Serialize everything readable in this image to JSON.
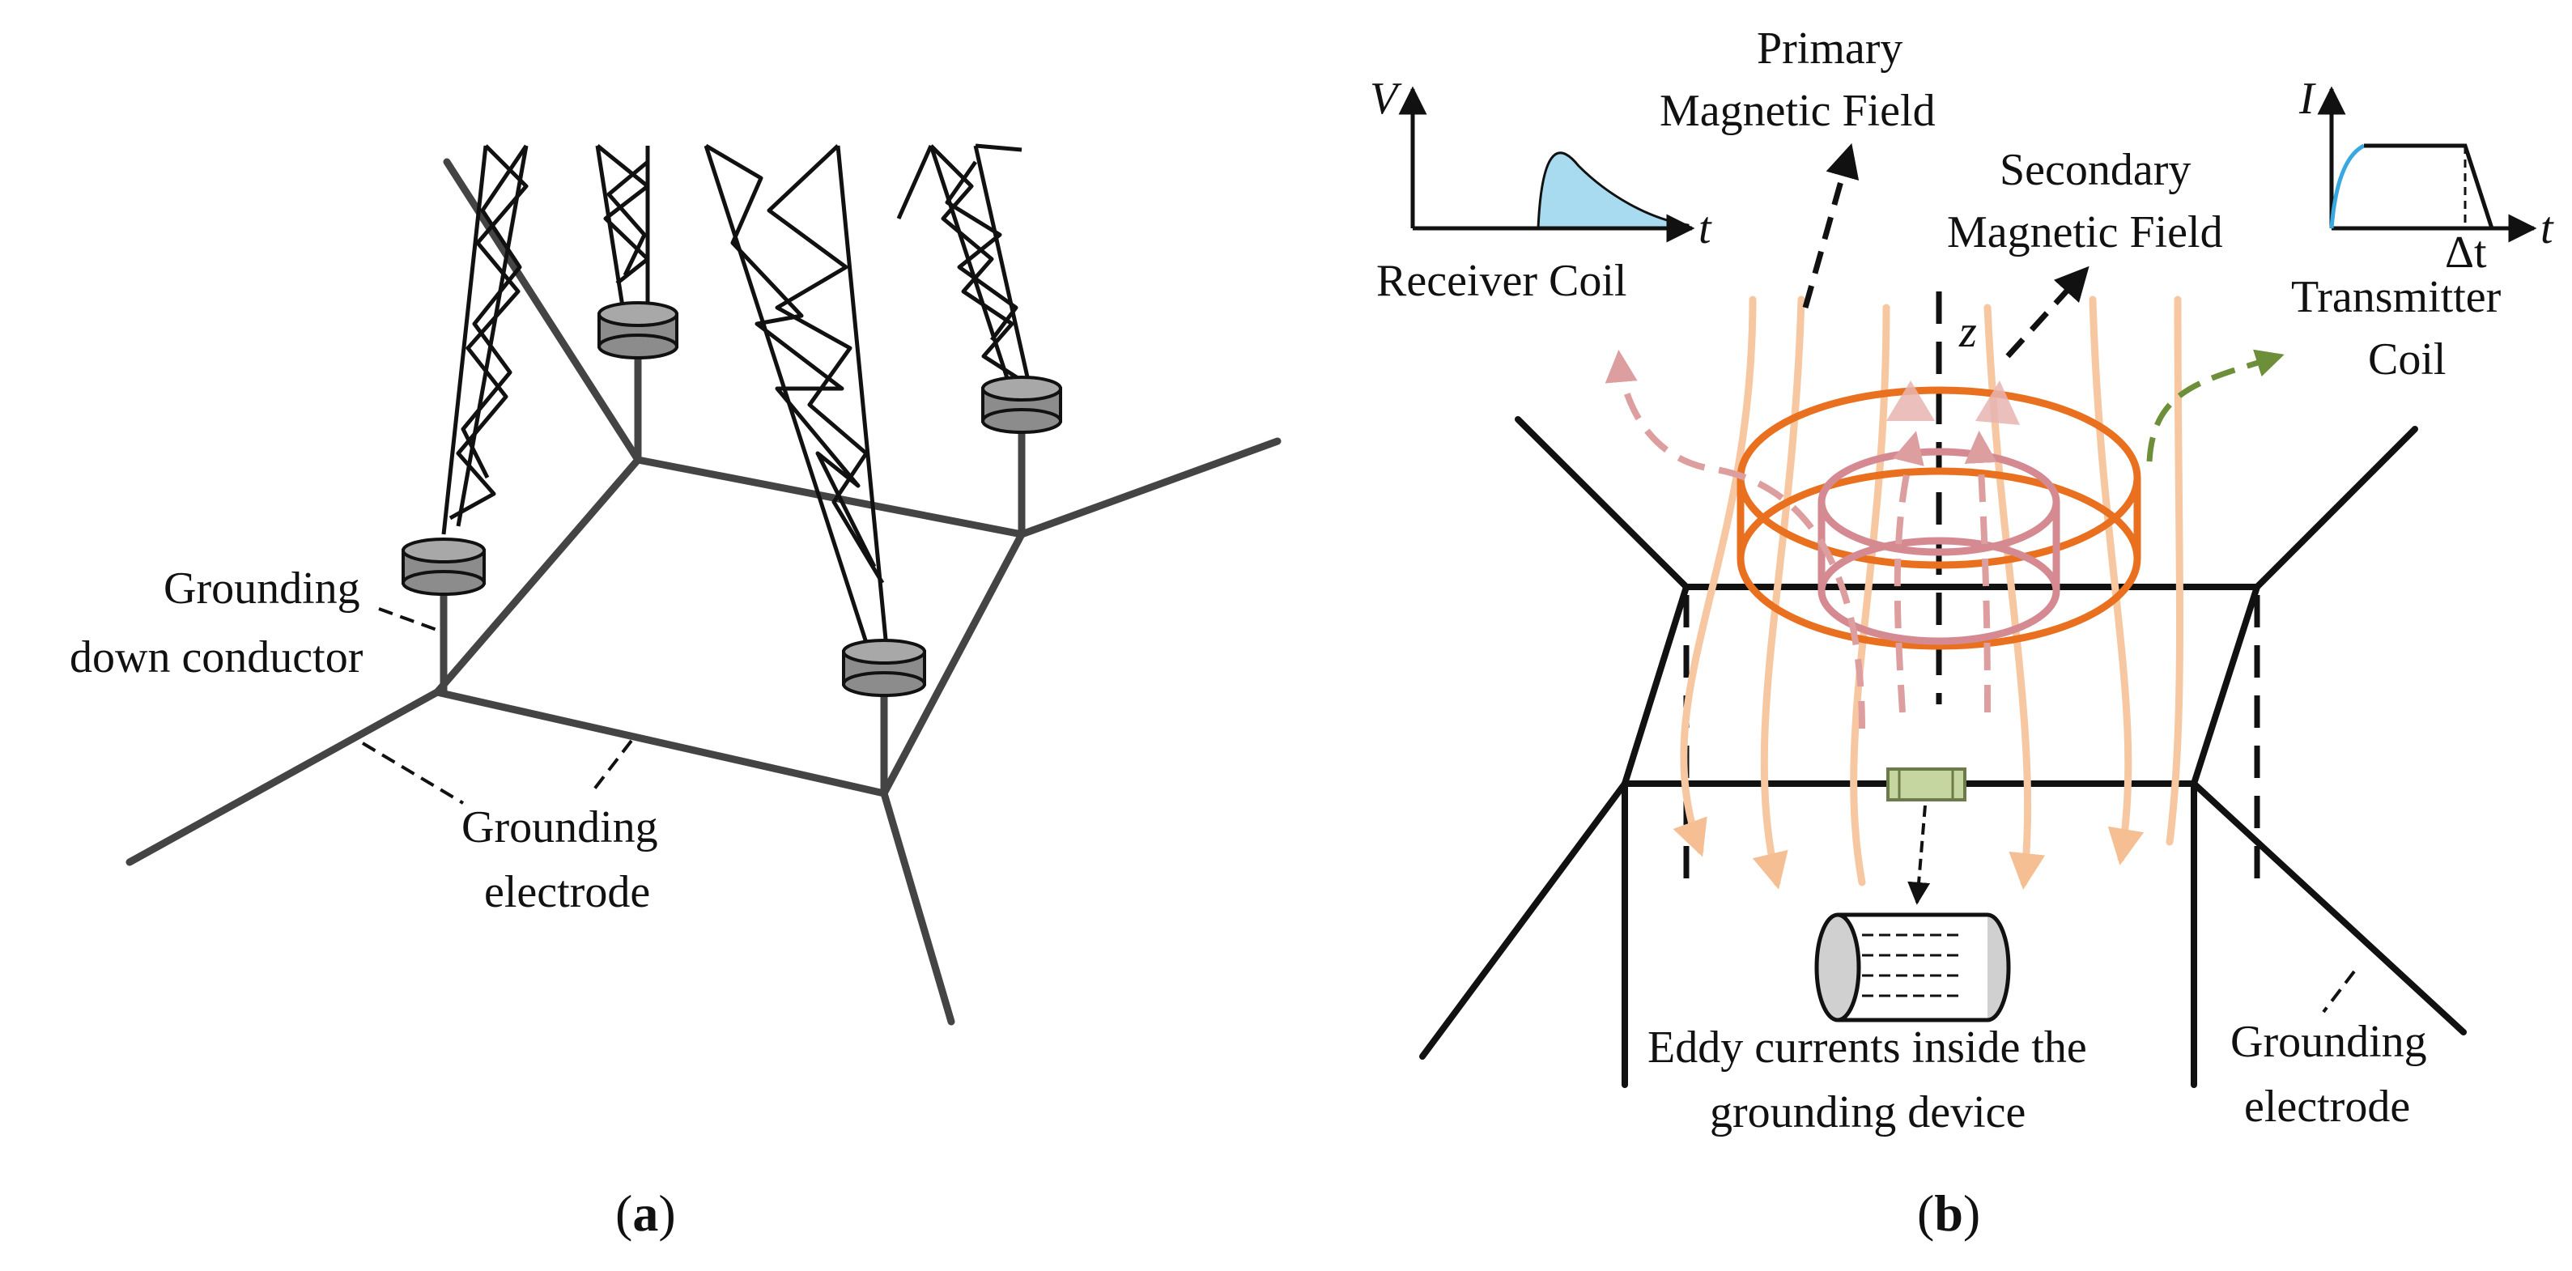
{
  "panel_a": {
    "caption_open": "(",
    "caption_letter": "a",
    "caption_close": ")",
    "label_down_conductor_line1": "Grounding",
    "label_down_conductor_line2": "down conductor",
    "label_electrode_line1": "Grounding",
    "label_electrode_line2": "electrode"
  },
  "panel_b": {
    "caption_open": "(",
    "caption_letter": "b",
    "caption_close": ")",
    "primary_field_line1": "Primary",
    "primary_field_line2": "Magnetic Field",
    "secondary_field_line1": "Secondary",
    "secondary_field_line2": "Magnetic Field",
    "receiver_coil": "Receiver Coil",
    "transmitter_line1": "Transmitter",
    "transmitter_line2": "Coil",
    "eddy_line1": "Eddy currents inside the",
    "eddy_line2": "grounding device",
    "electrode_line1": "Grounding",
    "electrode_line2": "electrode",
    "z_axis": "z",
    "receiver_plot": {
      "y_axis": "V",
      "x_axis": "t"
    },
    "transmitter_plot": {
      "y_axis": "I",
      "x_axis": "t",
      "tick": "Δt"
    }
  },
  "colors": {
    "line": "#111111",
    "grid_gray": "#444444",
    "insulator": "#8c8c8c",
    "transmitter_coil": "#e8701f",
    "receiver_coil": "#d58a92",
    "field_lines": "#f6c7a0",
    "receiver_fill": "#a9dbf0",
    "green_arrow": "#6d8f3a",
    "sensor": "#c6d6a0"
  }
}
